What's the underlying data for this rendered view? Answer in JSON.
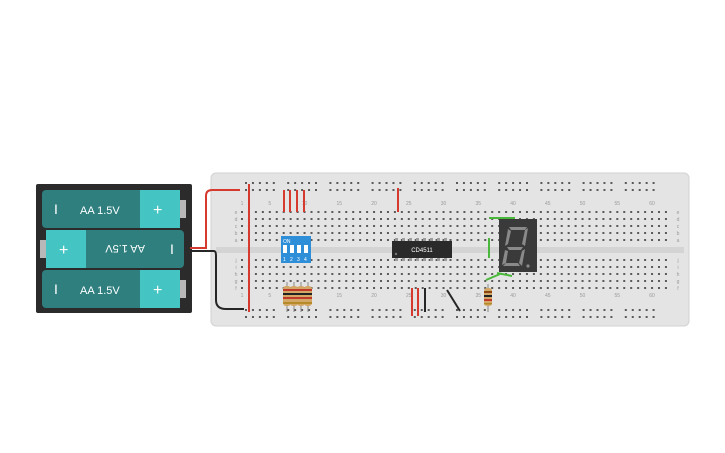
{
  "colors": {
    "background": "#ffffff",
    "breadboard": "#e4e4e4",
    "battery_case": "#2b2b2b",
    "battery_cell": "#2f7f7f",
    "battery_cap": "#45c4c4",
    "wire_red": "#d63a2e",
    "wire_black": "#262626",
    "wire_green": "#49b83a",
    "dip_switch": "#2e8fd8",
    "chip": "#2a2a2a",
    "display": "#3a3a3a"
  },
  "battery": {
    "cells": [
      {
        "label": "AA 1.5V",
        "minus": "I",
        "plus": "+",
        "flipped": false
      },
      {
        "label": "AA 1.5V",
        "minus": "I",
        "plus": "+",
        "flipped": true
      },
      {
        "label": "AA 1.5V",
        "minus": "I",
        "plus": "+",
        "flipped": false
      }
    ]
  },
  "breadboard": {
    "column_numbers": [
      "1",
      "5",
      "10",
      "15",
      "20",
      "25",
      "30",
      "35",
      "40",
      "45",
      "50",
      "55",
      "60"
    ],
    "row_letters_top": [
      "a",
      "b",
      "c",
      "d",
      "e"
    ],
    "row_letters_bottom": [
      "f",
      "g",
      "h",
      "i",
      "j"
    ]
  },
  "dip_switch": {
    "on_label": "ON",
    "numbers": [
      "1",
      "2",
      "3",
      "4"
    ]
  },
  "chip": {
    "label": "CD4511"
  },
  "seven_segment": {
    "digit": "8"
  }
}
